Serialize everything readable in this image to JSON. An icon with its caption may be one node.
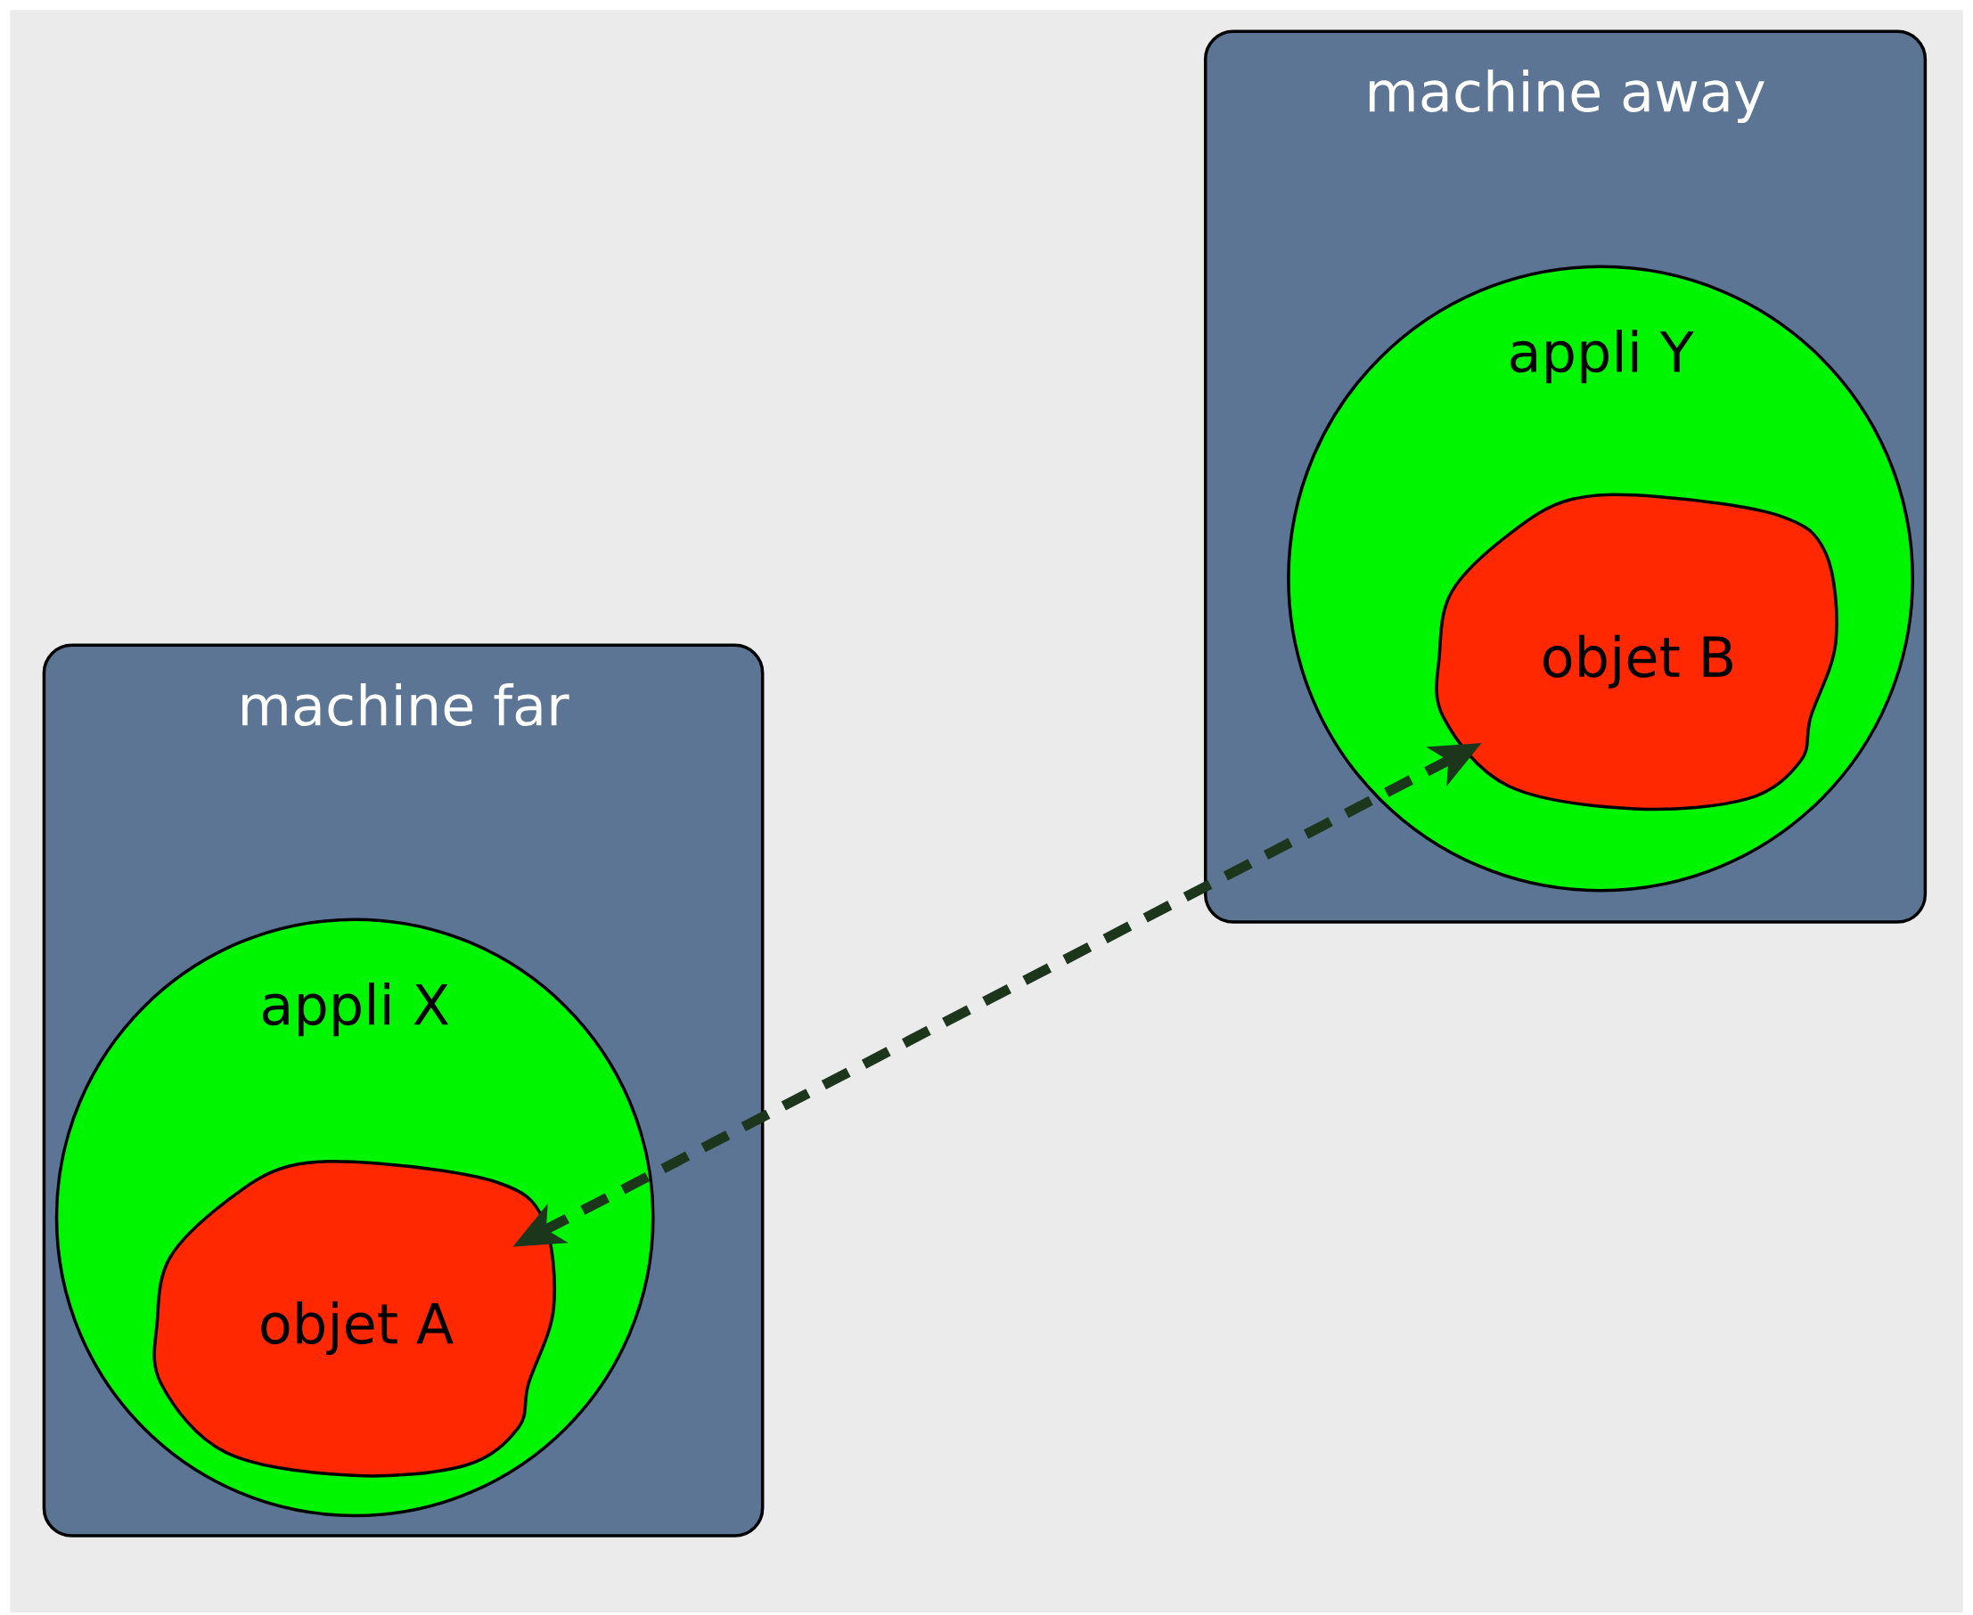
{
  "diagram": {
    "nodes": [
      {
        "text": [
          "machine away"
        ]
      },
      {
        "text": [
          "appli Y"
        ],
        "in": 0
      },
      {
        "text": [
          "objet B"
        ],
        "in": 1
      },
      {
        "text": [
          "machine far"
        ]
      },
      {
        "text": [
          "appli X"
        ],
        "in": 3
      },
      {
        "text": [
          "objet A"
        ],
        "in": 4
      }
    ],
    "edges": [
      {
        "from": 2,
        "to": 5,
        "arrow": "both",
        "style": "dashed",
        "color": "#1c361c"
      }
    ]
  }
}
